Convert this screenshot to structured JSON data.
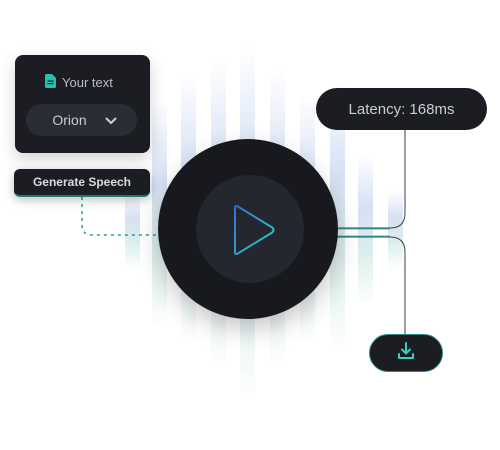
{
  "text_input": {
    "title": "Your text",
    "voice_value": "Orion",
    "icon": "document-icon"
  },
  "generate_button": {
    "label": "Generate Speech"
  },
  "latency_badge": {
    "label": "Latency: 168ms"
  },
  "player": {
    "icon": "play-icon"
  },
  "download": {
    "icon": "download-icon"
  },
  "colors": {
    "card_bg": "#1b1d22",
    "player_bg": "#17191e",
    "accent": "#2fd3c2",
    "text": "#c9cdd4"
  }
}
